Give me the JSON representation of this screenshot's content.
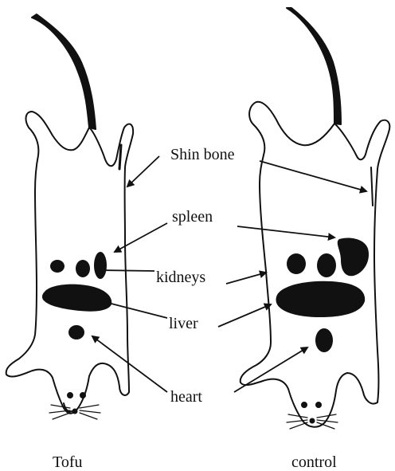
{
  "labels": {
    "shin_bone": "Shin bone",
    "spleen": "spleen",
    "kidneys": "kidneys",
    "liver": "liver",
    "heart": "heart"
  },
  "captions": {
    "left": "Tofu",
    "right": "control"
  },
  "colors": {
    "ink": "#111111",
    "background": "#ffffff"
  }
}
